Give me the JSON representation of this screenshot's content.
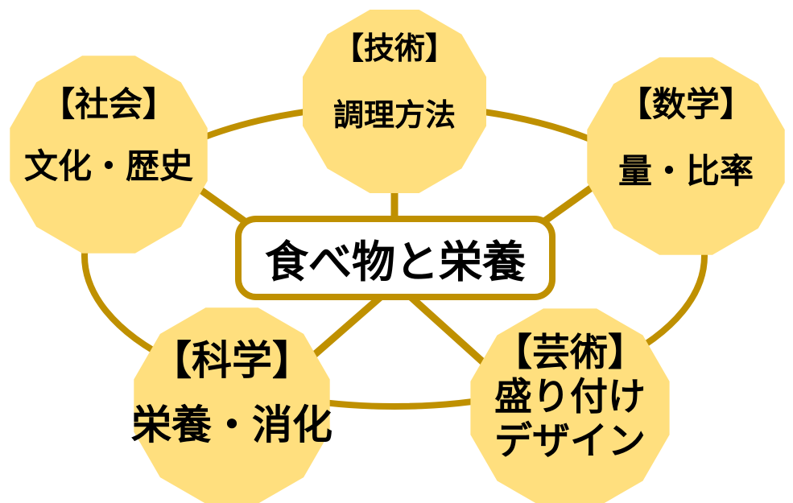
{
  "diagram": {
    "title": "食べ物と栄養 concept map",
    "center": {
      "label": "食べ物と栄養"
    },
    "nodes": [
      {
        "id": "technology",
        "subject": "技術",
        "lines": [
          "【技術】",
          "調理方法"
        ]
      },
      {
        "id": "society",
        "subject": "社会",
        "lines": [
          "【社会】",
          "文化・歴史"
        ]
      },
      {
        "id": "math",
        "subject": "数学",
        "lines": [
          "【数学】",
          "量・比率"
        ]
      },
      {
        "id": "science",
        "subject": "科学",
        "lines": [
          "【科学】",
          "栄養・消化"
        ]
      },
      {
        "id": "art",
        "subject": "芸術",
        "lines": [
          "【芸術】",
          "盛り付け",
          "デザイン"
        ]
      }
    ]
  },
  "colors": {
    "background": "#FFFFFF",
    "node_fill": "#FFDF7E",
    "connector": "#BF9000",
    "center_fill": "#FFFFFF",
    "center_border": "#BF9000",
    "text": "#000000"
  }
}
